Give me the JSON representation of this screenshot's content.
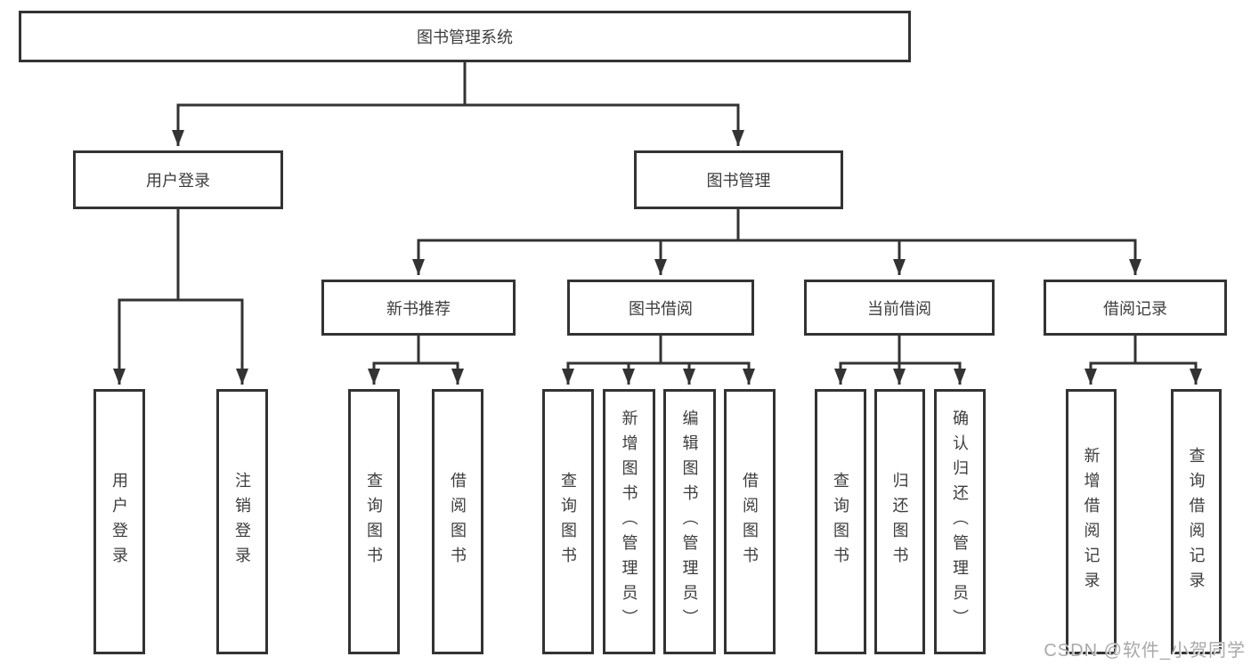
{
  "colors": {
    "line": "#333333",
    "box_border": "#333333",
    "text": "#3d3d3d",
    "background": "#ffffff",
    "watermark_text": "#a9a9a9"
  },
  "watermark": "CSDN @软件_小贺同学",
  "diagram": {
    "root": {
      "label": "图书管理系统"
    },
    "branches": [
      {
        "label": "用户登录",
        "children": [
          {
            "label": "用户登录"
          },
          {
            "label": "注销登录"
          }
        ]
      },
      {
        "label": "图书管理",
        "children": [
          {
            "label": "新书推荐",
            "children": [
              {
                "label": "查询图书"
              },
              {
                "label": "借阅图书"
              }
            ]
          },
          {
            "label": "图书借阅",
            "children": [
              {
                "label": "查询图书"
              },
              {
                "label": "新增图书（管理员）"
              },
              {
                "label": "编辑图书（管理员）"
              },
              {
                "label": "借阅图书"
              }
            ]
          },
          {
            "label": "当前借阅",
            "children": [
              {
                "label": "查询图书"
              },
              {
                "label": "归还图书"
              },
              {
                "label": "确认归还（管理员）"
              }
            ]
          },
          {
            "label": "借阅记录",
            "children": [
              {
                "label": "新增借阅记录"
              },
              {
                "label": "查询借阅记录"
              }
            ]
          }
        ]
      }
    ]
  }
}
